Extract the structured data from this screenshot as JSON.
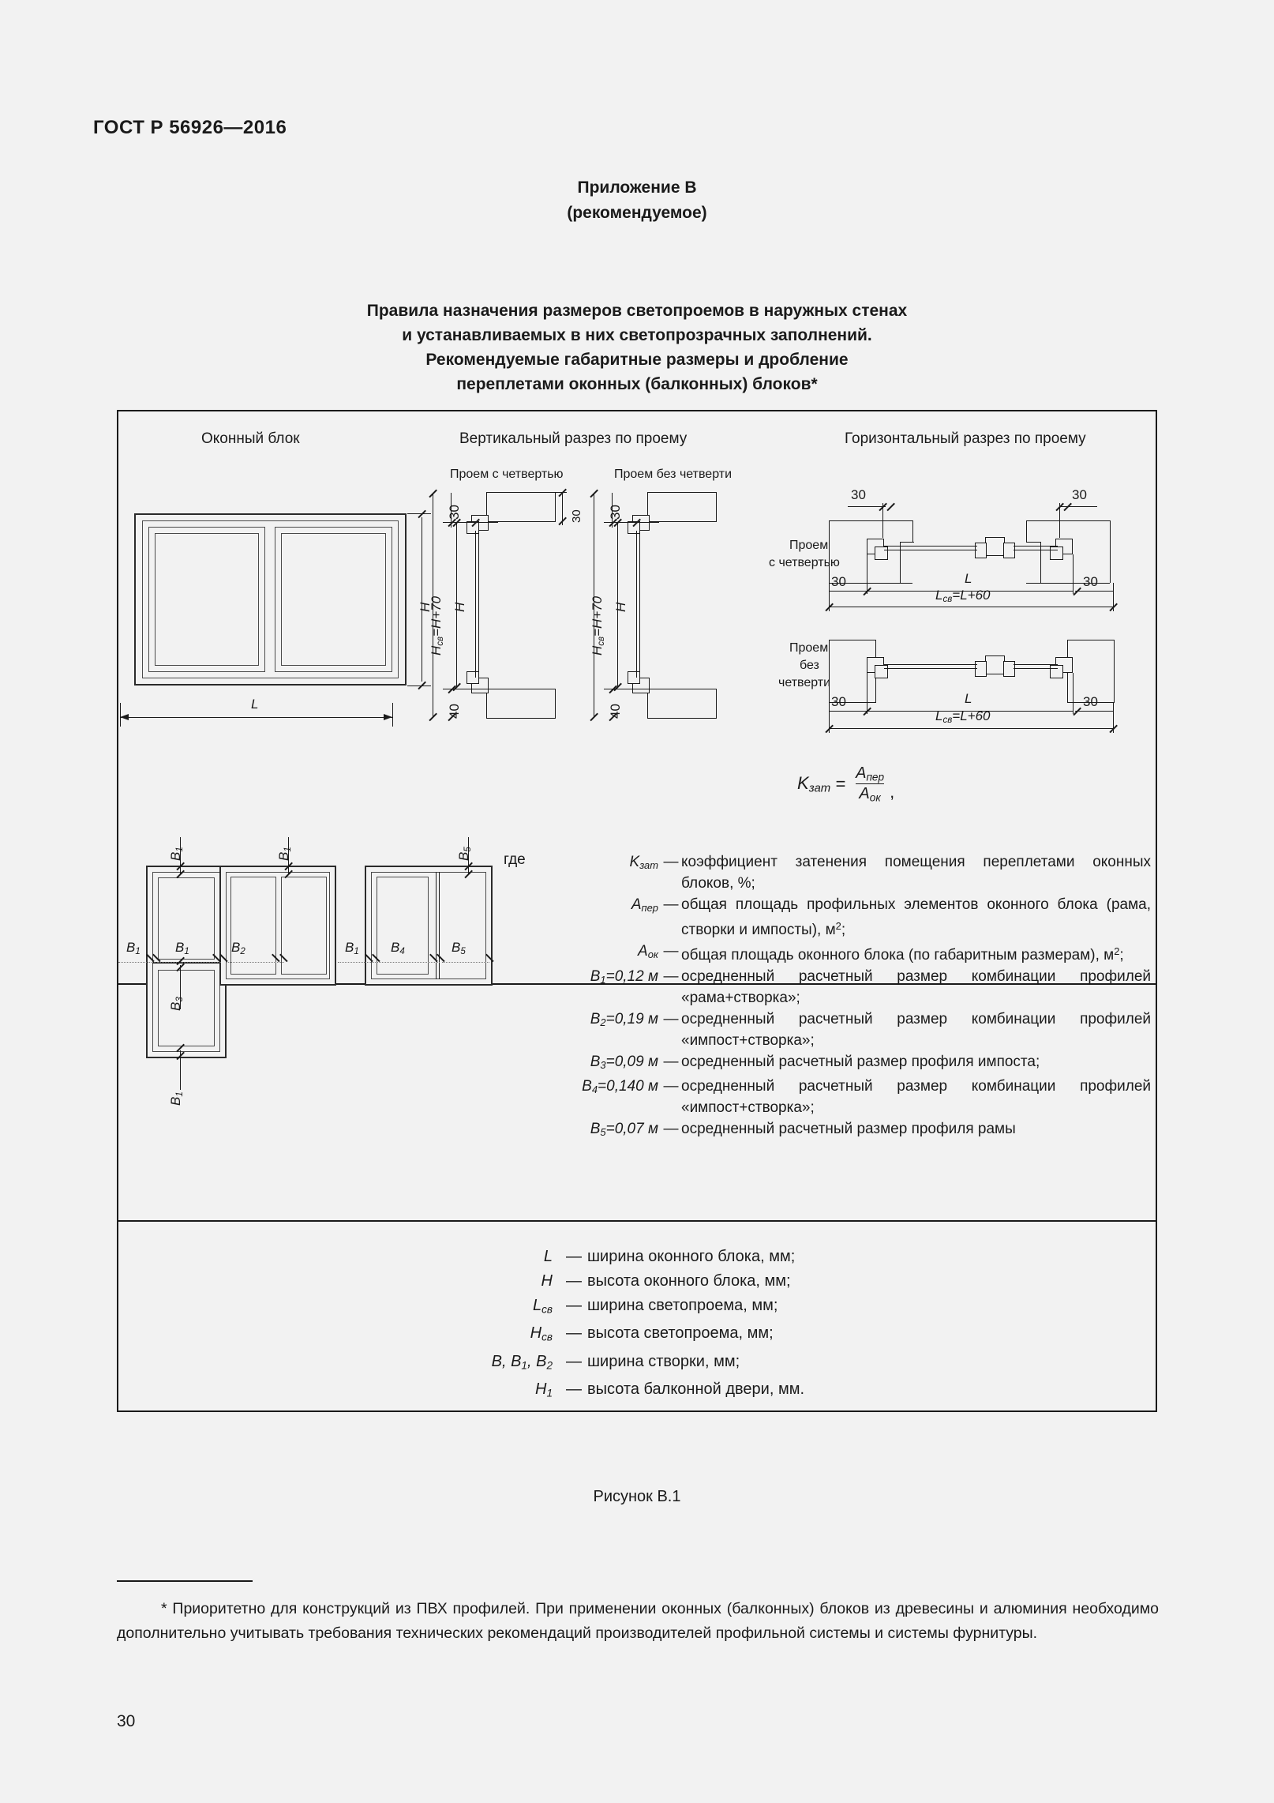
{
  "header": {
    "standard": "ГОСТ Р 56926—2016",
    "page_number": "30"
  },
  "annex": {
    "line1": "Приложение В",
    "line2": "(рекомендуемое)"
  },
  "title": {
    "line1": "Правила назначения размеров светопроемов в наружных стенах",
    "line2": "и устанавливаемых в них светопрозрачных заполнений.",
    "line3": "Рекомендуемые габаритные размеры и дробление",
    "line4": "переплетами оконных (балконных) блоков*"
  },
  "figure": {
    "columns": [
      "Оконный блок",
      "Вертикальный разрез по проему",
      "Горизонтальный разрез по проему"
    ],
    "subheads": [
      "Проем с четвертью",
      "Проем без четверти"
    ],
    "side_labels": {
      "with_quarter_l1": "Проем",
      "with_quarter_l2": "с четвертью",
      "without_quarter_l1": "Проем",
      "without_quarter_l2": "без",
      "without_quarter_l3": "четверти"
    },
    "dimensions": {
      "d30": "30",
      "d40": "40",
      "H": "H",
      "Hsv": "Hсв=H+70",
      "L": "L",
      "Lsv": "Lсв=L+60"
    },
    "profile_labels": {
      "b1": "B1",
      "b2": "B2",
      "b3": "B3",
      "b4": "B4",
      "b5": "B5"
    }
  },
  "formula": {
    "lhs": "Kзат",
    "eq": "=",
    "numerator": "Aпер",
    "denominator": "Aок",
    "trailing_comma": ","
  },
  "definitions": {
    "gde": "где",
    "items": [
      {
        "symbol": "Kзат",
        "dash": "—",
        "text": "коэффициент затенения помещения переплетами оконных блоков, %;"
      },
      {
        "symbol": "Aпер",
        "dash": "—",
        "text": "общая площадь профильных элементов оконного блока (рама, створки и импосты), м2;"
      },
      {
        "symbol": "Aок",
        "dash": "—",
        "text": "общая площадь оконного блока (по габаритным размерам), м2;"
      },
      {
        "symbol": "B1=0,12 м",
        "dash": "—",
        "text": "осредненный расчетный размер комбинации профилей «рама+створка»;"
      },
      {
        "symbol": "B2=0,19 м",
        "dash": "—",
        "text": "осредненный расчетный размер комбинации профилей «импост+створка»;"
      },
      {
        "symbol": "B3=0,09 м",
        "dash": "—",
        "text": "осредненный расчетный размер профиля импоста;"
      },
      {
        "symbol": "B4=0,140 м",
        "dash": "—",
        "text": "осредненный расчетный размер комбинации профилей «импост+створка»;"
      },
      {
        "symbol": "B5=0,07 м",
        "dash": "—",
        "text": "осредненный расчетный размер профиля рамы"
      }
    ]
  },
  "legend": {
    "items": [
      {
        "symbol": "L",
        "dash": "—",
        "text": "ширина оконного блока, мм;"
      },
      {
        "symbol": "H",
        "dash": "—",
        "text": "высота оконного блока, мм;"
      },
      {
        "symbol": "Lсв",
        "dash": "—",
        "text": "ширина светопроема, мм;"
      },
      {
        "symbol": "Hсв",
        "dash": "—",
        "text": "высота светопроема, мм;"
      },
      {
        "symbol": "B, B1, B2",
        "dash": "—",
        "text": "ширина створки, мм;"
      },
      {
        "symbol": "H1",
        "dash": "—",
        "text": "высота балконной двери, мм."
      }
    ]
  },
  "caption": "Рисунок В.1",
  "footnote": {
    "marker": "*",
    "text": "Приоритетно для конструкций из ПВХ профилей. При применении оконных (балконных) блоков из древесины и алюминия необходимо дополнительно учитывать требования технических рекомендаций производителей профильной системы и системы фурнитуры."
  },
  "colors": {
    "page_bg": "#f2f2f2",
    "ink": "#1a1a1a",
    "line": "#2b2b2b"
  }
}
